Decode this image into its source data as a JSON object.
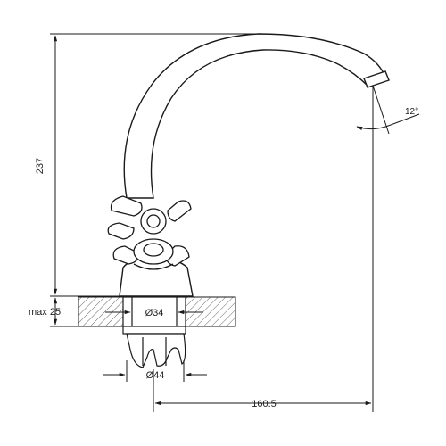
{
  "dimensions": {
    "height_label": "237",
    "deck_thickness_label": "max 25",
    "shank_diameter_label": "Ø34",
    "nut_diameter_label": "Ø44",
    "reach_label": "160.5",
    "spout_angle_label": "12°"
  },
  "colors": {
    "line": "#1a1a1a",
    "hatch": "#555555",
    "background": "#ffffff"
  }
}
